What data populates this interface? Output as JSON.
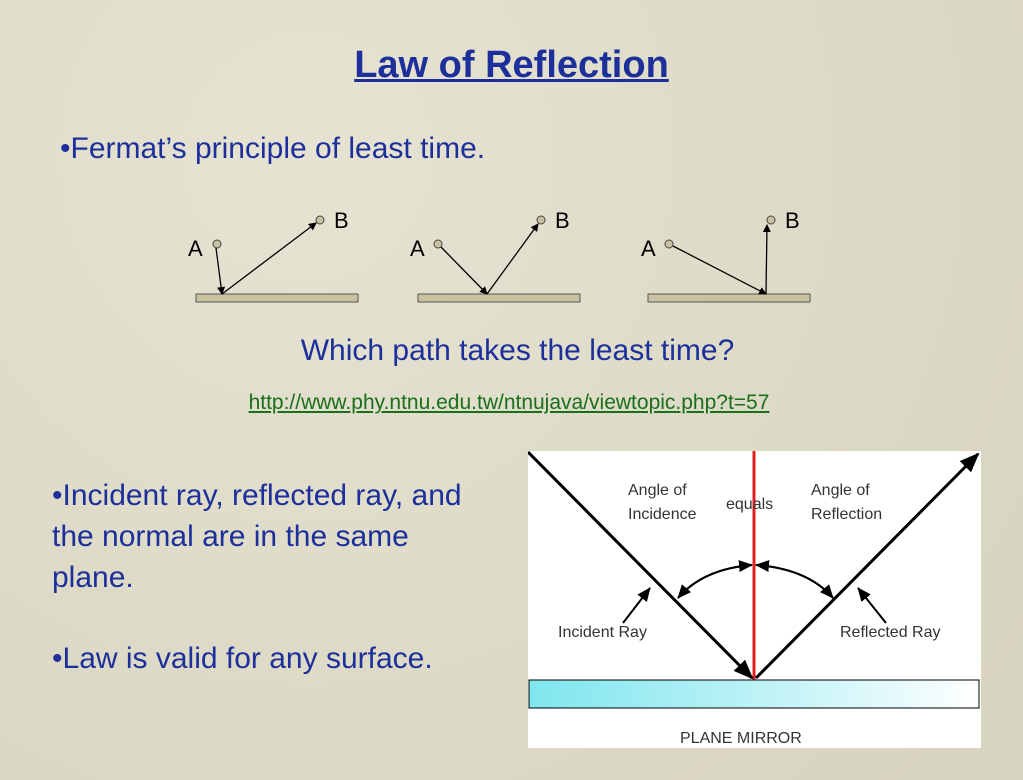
{
  "title": "Law of Reflection",
  "bullets": {
    "fermat": "•Fermat’s principle of least time.",
    "plane": "•Incident ray, reflected ray, and the normal are in the same plane.",
    "surface": "•Law is valid for any surface."
  },
  "question": "Which path takes the least time?",
  "link": "http://www.phy.ntnu.edu.tw/ntnujava/viewtopic.php?t=57",
  "paths": {
    "label_a": "A",
    "label_b": "B"
  },
  "diagram": {
    "angle_incidence_1": "Angle of",
    "angle_incidence_2": "Incidence",
    "equals": "equals",
    "angle_reflection_1": "Angle of",
    "angle_reflection_2": "Reflection",
    "incident_ray": "Incident Ray",
    "reflected_ray": "Reflected Ray",
    "plane_mirror": "PLANE MIRROR"
  },
  "colors": {
    "text_blue": "#1c2f9a",
    "link_green": "#1a6f1a",
    "normal_red": "#e02020",
    "mirror_cyan": "#8ae8f0"
  }
}
